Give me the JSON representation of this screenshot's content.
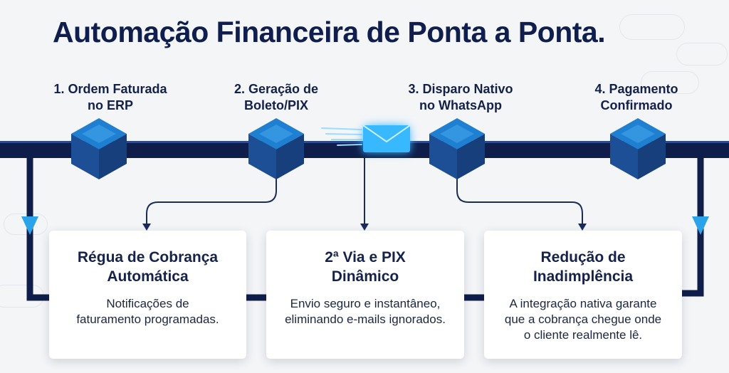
{
  "title": "Automação Financeira de Ponta a Ponta.",
  "steps": [
    {
      "line1": "1. Ordem Faturada",
      "line2": "no ERP",
      "icon": "node-cube-icon"
    },
    {
      "line1": "2. Geração de",
      "line2": "Boleto/PIX",
      "icon": "node-cube-icon"
    },
    {
      "line1": "3. Disparo Nativo",
      "line2": "no WhatsApp",
      "icon": "node-cube-icon"
    },
    {
      "line1": "4. Pagamento",
      "line2": "Confirmado",
      "icon": "node-cube-icon"
    }
  ],
  "message_icon": "envelope-icon",
  "cards": [
    {
      "title_line1": "Régua de Cobrança",
      "title_line2": "Automática",
      "text_line1": "Notificações de",
      "text_line2": "faturamento programadas.",
      "text_line3": ""
    },
    {
      "title_line1": "2ª Via e PIX",
      "title_line2": "Dinâmico",
      "text_line1": "Envio seguro e instantâneo,",
      "text_line2": "eliminando e-mails ignorados.",
      "text_line3": ""
    },
    {
      "title_line1": "Redução de",
      "title_line2": "Inadimplência",
      "text_line1": "A integração nativa garante",
      "text_line2": "que a cobrança chegue onde",
      "text_line3": "o cliente realmente lê."
    }
  ],
  "colors": {
    "rail": "#0f1d4a",
    "cube_top": "#1f7fd0",
    "cube_side": "#1d4f96",
    "accent": "#35b6ff",
    "background": "#f4f5f7"
  }
}
